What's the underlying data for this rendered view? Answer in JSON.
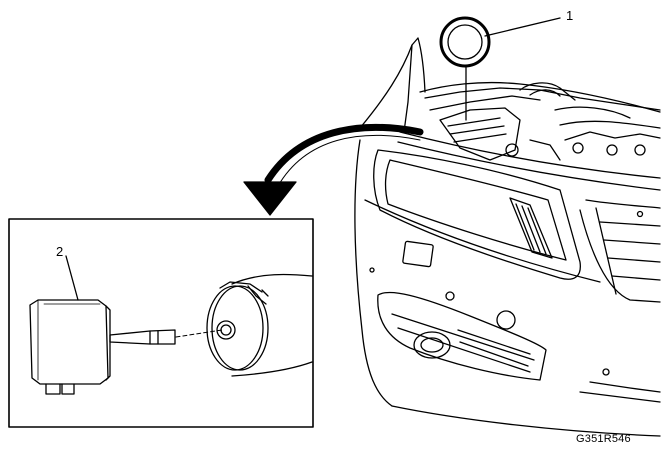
{
  "callouts": {
    "one": "1",
    "two": "2"
  },
  "figure_code": "G351R546",
  "colors": {
    "line": "#000000",
    "background": "#ffffff"
  }
}
